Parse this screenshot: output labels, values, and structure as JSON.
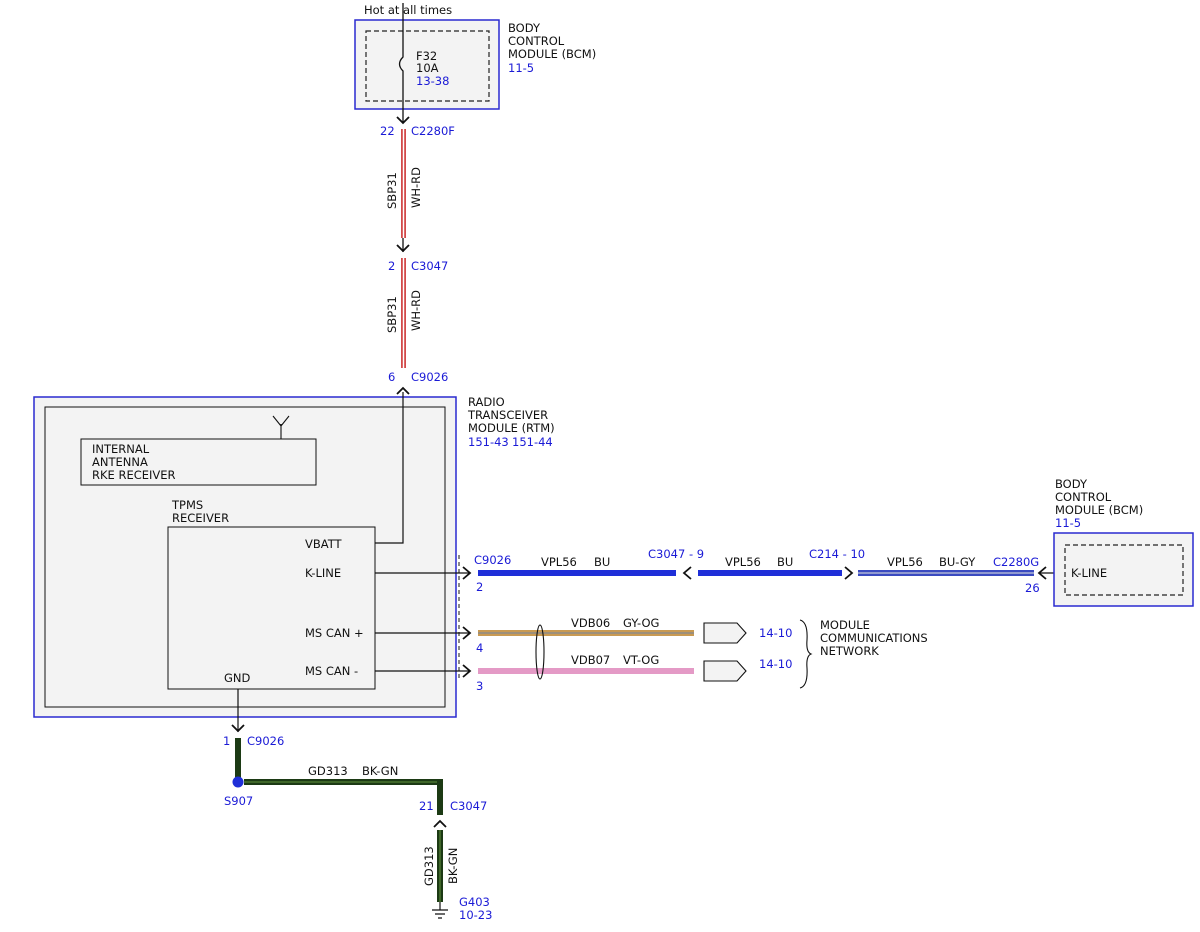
{
  "colors": {
    "module_border": "#2a2ad0",
    "module_fill": "#f3f3f3",
    "ref_text": "#1a1ad6",
    "wire_wh_rd": "#d24a4a",
    "wire_bu": "#1f2fd8",
    "wire_bu_gy": "#3a4ac0",
    "wire_gy_og": "#c99a52",
    "wire_vt_og": "#e49ac6",
    "wire_bk_gn": "#1c3a14"
  },
  "top_bcm": {
    "hot_label": "Hot at all times",
    "name_lines": [
      "BODY",
      "CONTROL",
      "MODULE (BCM)"
    ],
    "ref": "11-5",
    "fuse_id": "F32",
    "fuse_rating": "10A",
    "fuse_ref": "13-38"
  },
  "conn_c2280f": {
    "pin": "22",
    "name": "C2280F"
  },
  "wire_seg1": {
    "circuit": "SBP31",
    "color": "WH-RD"
  },
  "conn_c3047_top": {
    "pin": "2",
    "name": "C3047"
  },
  "wire_seg2": {
    "circuit": "SBP31",
    "color": "WH-RD"
  },
  "conn_c9026_top": {
    "pin": "6",
    "name": "C9026"
  },
  "rtm": {
    "name_lines": [
      "RADIO",
      "TRANSCEIVER",
      "MODULE (RTM)"
    ],
    "ref_a": "151-43",
    "ref_b": "151-44",
    "antenna_lines": [
      "INTERNAL",
      "ANTENNA",
      "RKE RECEIVER"
    ],
    "tpms_lines": [
      "TPMS",
      "RECEIVER"
    ],
    "pins": {
      "vbatt": "VBATT",
      "kline": "K-LINE",
      "mscan_plus": "MS CAN +",
      "mscan_minus": "MS CAN -",
      "gnd": "GND"
    }
  },
  "kline_bus": {
    "c9026_name": "C9026",
    "c9026_pin": "2",
    "seg1_circuit": "VPL56",
    "seg1_color": "BU",
    "c3047_label": "C3047 - 9",
    "seg2_circuit": "VPL56",
    "seg2_color": "BU",
    "c214_label": "C214 - 10",
    "seg3_circuit": "VPL56",
    "seg3_color": "BU-GY",
    "c2280g_name": "C2280G",
    "c2280g_pin": "26"
  },
  "right_bcm": {
    "name_lines": [
      "BODY",
      "CONTROL",
      "MODULE (BCM)"
    ],
    "ref": "11-5",
    "pin_label": "K-LINE"
  },
  "can_plus": {
    "pin": "4",
    "circuit": "VDB06",
    "color": "GY-OG",
    "ref": "14-10"
  },
  "can_minus": {
    "pin": "3",
    "circuit": "VDB07",
    "color": "VT-OG",
    "ref": "14-10"
  },
  "network_lines": [
    "MODULE",
    "COMMUNICATIONS",
    "NETWORK"
  ],
  "ground": {
    "c9026_pin": "1",
    "c9026_name": "C9026",
    "splice": "S907",
    "h_circuit": "GD313",
    "h_color": "BK-GN",
    "c3047_pin": "21",
    "c3047_name": "C3047",
    "v_circuit": "GD313",
    "v_color": "BK-GN",
    "gnd_id": "G403",
    "gnd_ref": "10-23"
  }
}
